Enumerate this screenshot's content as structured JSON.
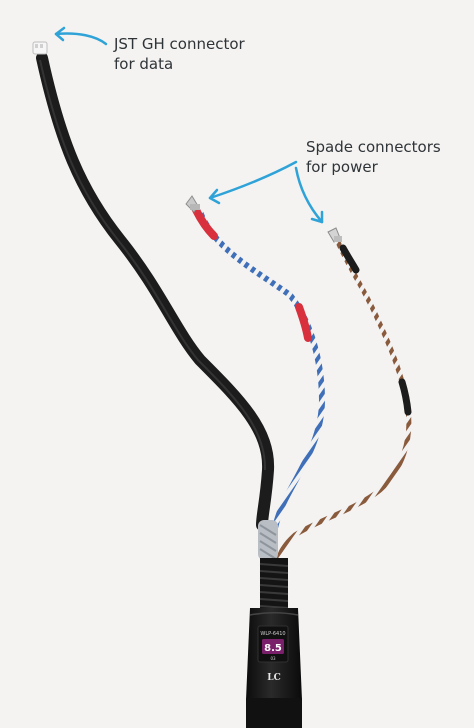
{
  "annotations": {
    "data_connector": {
      "line1": "JST GH connector",
      "line2": "for data"
    },
    "power_connectors": {
      "line1": "Spade connectors",
      "line2": "for power"
    }
  },
  "connector_label": {
    "model": "WLP-6410",
    "value": "8.5",
    "sub": "03",
    "brand": "LC"
  },
  "colors": {
    "background": "#f4f3f1",
    "arrow": "#2fa3d8",
    "cable_black": "#1c1c1c",
    "heatshrink_red": "#d8303c",
    "wire_blue": "#3f6fb8",
    "wire_brown": "#8a5a3c",
    "label_magenta": "#7a1f6a"
  }
}
